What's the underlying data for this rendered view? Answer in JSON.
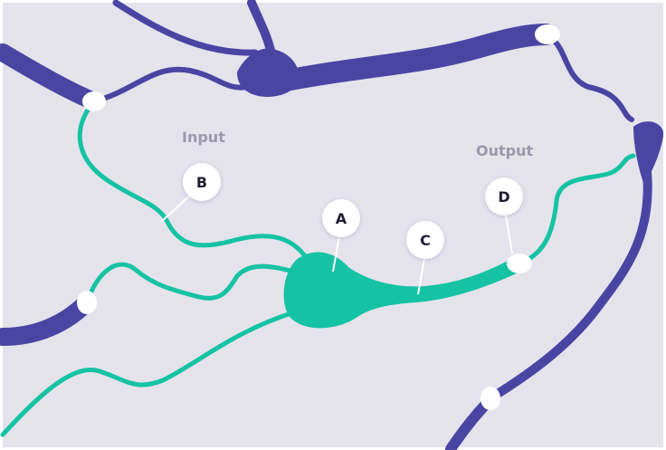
{
  "colors": {
    "background": "#e4e3ec",
    "axon_purple": "#4a45a3",
    "dendrite_green": "#15c2a4",
    "node_white": "#ffffff",
    "label_gray": "#9a98ab"
  },
  "labels": {
    "input": "Input",
    "output": "Output"
  },
  "callouts": {
    "a": "A",
    "b": "B",
    "c": "C",
    "d": "D"
  }
}
